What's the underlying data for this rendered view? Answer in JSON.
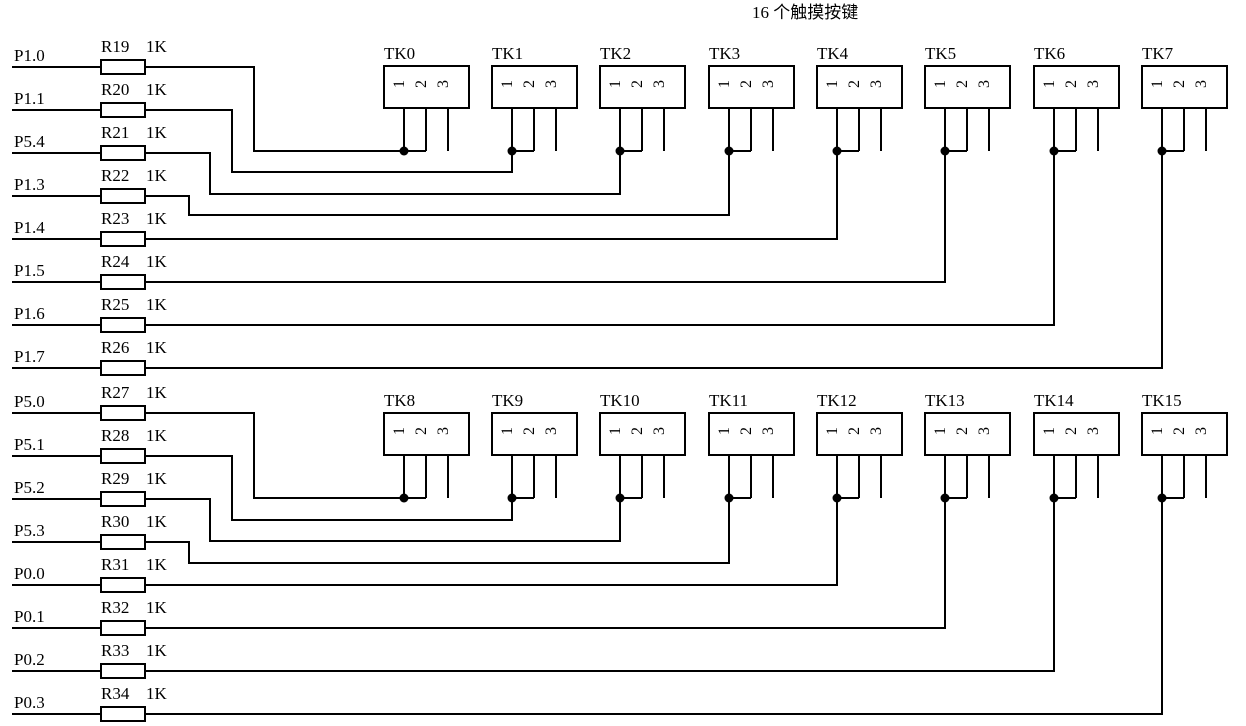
{
  "title": "16 个触摸按键",
  "nets": [
    {
      "port": "P1.0",
      "res": "R19",
      "val": "1K",
      "key": "TK0"
    },
    {
      "port": "P1.1",
      "res": "R20",
      "val": "1K",
      "key": "TK1"
    },
    {
      "port": "P5.4",
      "res": "R21",
      "val": "1K",
      "key": "TK2"
    },
    {
      "port": "P1.3",
      "res": "R22",
      "val": "1K",
      "key": "TK3"
    },
    {
      "port": "P1.4",
      "res": "R23",
      "val": "1K",
      "key": "TK4"
    },
    {
      "port": "P1.5",
      "res": "R24",
      "val": "1K",
      "key": "TK5"
    },
    {
      "port": "P1.6",
      "res": "R25",
      "val": "1K",
      "key": "TK6"
    },
    {
      "port": "P1.7",
      "res": "R26",
      "val": "1K",
      "key": "TK7"
    },
    {
      "port": "P5.0",
      "res": "R27",
      "val": "1K",
      "key": "TK8"
    },
    {
      "port": "P5.1",
      "res": "R28",
      "val": "1K",
      "key": "TK9"
    },
    {
      "port": "P5.2",
      "res": "R29",
      "val": "1K",
      "key": "TK10"
    },
    {
      "port": "P5.3",
      "res": "R30",
      "val": "1K",
      "key": "TK11"
    },
    {
      "port": "P0.0",
      "res": "R31",
      "val": "1K",
      "key": "TK12"
    },
    {
      "port": "P0.1",
      "res": "R32",
      "val": "1K",
      "key": "TK13"
    },
    {
      "port": "P0.2",
      "res": "R33",
      "val": "1K",
      "key": "TK14"
    },
    {
      "port": "P0.3",
      "res": "R34",
      "val": "1K",
      "key": "TK15"
    }
  ],
  "pin_labels": [
    "1",
    "2",
    "3"
  ]
}
